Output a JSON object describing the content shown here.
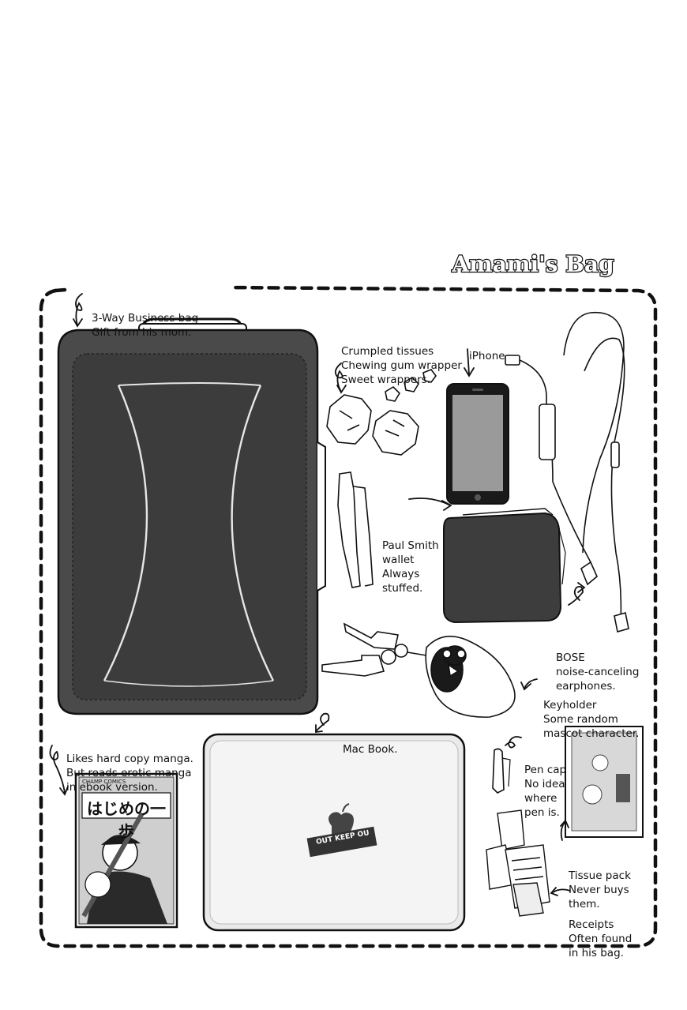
{
  "title": "Amami's Bag",
  "items": {
    "bag": {
      "lines": [
        "3-Way Business bag",
        "Gift from his mom."
      ]
    },
    "trash": {
      "lines": [
        "Crumpled tissues",
        "Chewing gum wrapper",
        "Sweet wrappers."
      ]
    },
    "iphone": {
      "lines": [
        "iPhone"
      ]
    },
    "wallet": {
      "lines": [
        "Paul Smith",
        "wallet",
        "Always",
        "stuffed."
      ]
    },
    "earphones": {
      "lines": [
        "BOSE",
        "noise-canceling",
        "earphones."
      ]
    },
    "keyholder": {
      "lines": [
        "Keyholder",
        "Some random",
        "mascot character."
      ]
    },
    "manga": {
      "lines": [
        "Likes hard copy manga.",
        "But reads erotic manga",
        "in ebook version."
      ]
    },
    "macbook": {
      "lines": [
        "Mac Book."
      ]
    },
    "pencap": {
      "lines": [
        "Pen cap",
        "No idea",
        "where",
        "pen is."
      ]
    },
    "tissue": {
      "lines": [
        "Tissue pack",
        "Never buys",
        "them."
      ]
    },
    "receipts": {
      "lines": [
        "Receipts",
        "Often found",
        "in his bag."
      ]
    }
  },
  "manga_cover": {
    "title": "はじめの一歩",
    "publisher": "CHAMP COMICS"
  },
  "macbook_sticker": "OUT KEEP OU"
}
